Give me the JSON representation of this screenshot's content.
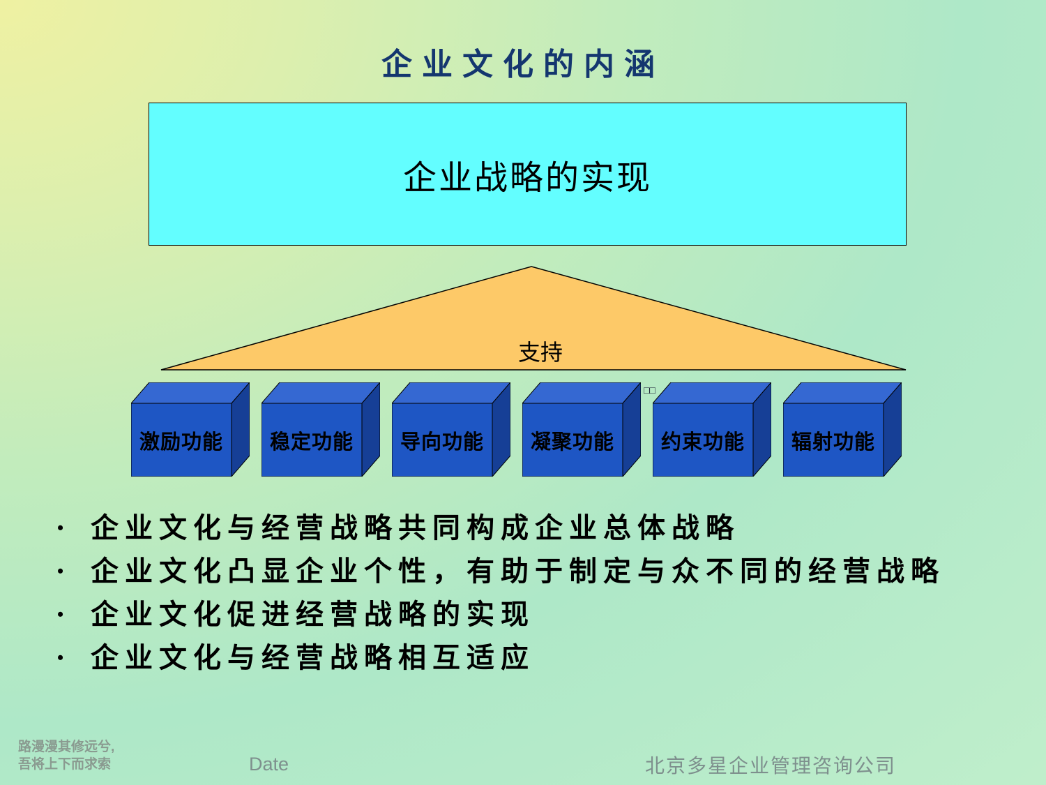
{
  "slide": {
    "title": "企业文化的内涵",
    "strategy_box": "企业战略的实现",
    "triangle_label": "支持",
    "function_boxes": [
      {
        "label": "激励功能"
      },
      {
        "label": "稳定功能"
      },
      {
        "label": "导向功能"
      },
      {
        "label": "凝聚功能"
      },
      {
        "label": "约束功能"
      },
      {
        "label": "辐射功能"
      }
    ],
    "bullet_char": "•",
    "bullets": [
      "企业文化与经营战略共同构成企业总体战略",
      "企业文化凸显企业个性，有助于制定与众不同的经营战略",
      "企业文化促进经营战略的实现",
      "企业文化与经营战略相互适应"
    ],
    "artifact": "□□",
    "footer": {
      "left_line1": "路漫漫其修远兮,",
      "left_line2": "吾将上下而求索",
      "center": "Date",
      "right": "北京多星企业管理咨询公司"
    },
    "colors": {
      "title_text": "#14366f",
      "strategy_box_fill": "#63feff",
      "triangle_fill": "#fdc968",
      "box_front": "#1e56c4",
      "box_top": "#3568d2",
      "box_side": "#163f96",
      "footer_text": "#7e8f8d",
      "background_yellow": "#eff1a2",
      "background_green": "#aee8c8"
    }
  }
}
